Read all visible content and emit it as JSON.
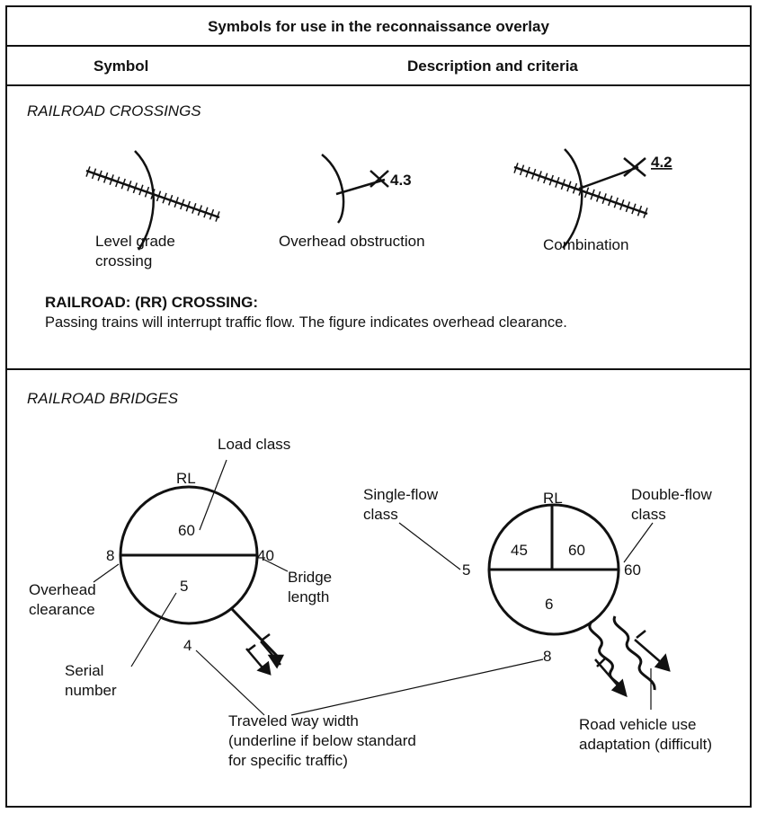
{
  "table": {
    "title": "Symbols for use in the reconnaissance overlay",
    "col_symbol": "Symbol",
    "col_description": "Description and criteria"
  },
  "crossings": {
    "section_title": "RAILROAD CROSSINGS",
    "level_grade_label": "Level grade crossing",
    "overhead_label": "Overhead obstruction",
    "overhead_value": "4.3",
    "combination_label": "Combination",
    "combination_value": "4.2",
    "heading": "RAILROAD:  (RR) CROSSING:",
    "description": "Passing trains will interrupt traffic flow. The figure indicates overhead clearance."
  },
  "bridges": {
    "section_title": "RAILROAD BRIDGES",
    "left": {
      "top": "RL",
      "load": "60",
      "serial": "5",
      "clear": "8",
      "length": "40",
      "width": "4"
    },
    "right": {
      "top": "RL",
      "q1": "45",
      "q2": "60",
      "bottom": "6",
      "single": "5",
      "double": "60",
      "width": "8"
    },
    "labels": {
      "load_class": "Load class",
      "overhead_clearance": "Overhead clearance",
      "bridge_length": "Bridge length",
      "serial_number": "Serial number",
      "single_flow": "Single-flow class",
      "double_flow": "Double-flow class",
      "traveled_way": "Traveled way width (underline if below standard for specific traffic)",
      "road_vehicle": "Road vehicle use adaptation (difficult)"
    }
  }
}
